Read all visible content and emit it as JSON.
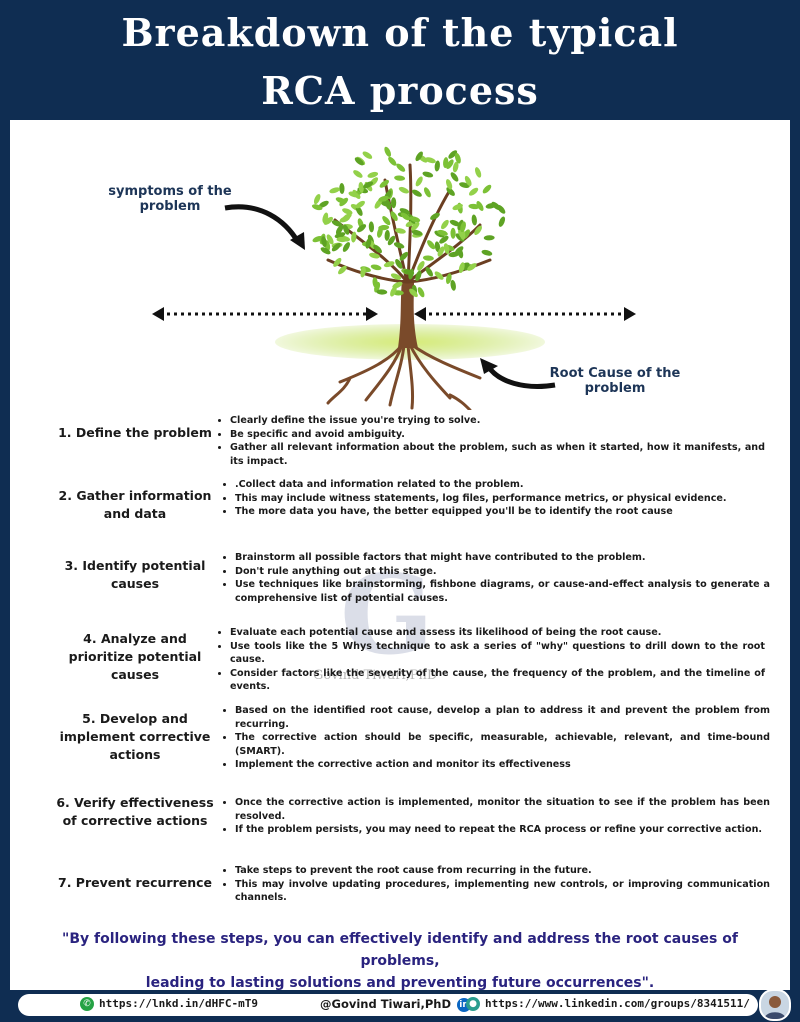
{
  "title": {
    "line1": "Breakdown of the typical",
    "line2": "RCA process"
  },
  "diagram": {
    "symptoms_label_1": "symptoms of the",
    "symptoms_label_2": "problem",
    "root_label_1": "Root Cause of the",
    "root_label_2": "problem"
  },
  "steps": [
    {
      "title": "1. Define the problem",
      "bullets": [
        "Clearly define the issue you're trying to solve.",
        "Be specific and avoid ambiguity.",
        "Gather all relevant information about the problem, such as when it started, how it manifests, and its impact."
      ]
    },
    {
      "title": "2. Gather information and data",
      "bullets": [
        ".Collect data and information related to the problem.",
        "This may include witness statements, log files, performance metrics, or physical evidence.",
        "The more data you have, the better equipped you'll be to identify the root cause"
      ]
    },
    {
      "title": "3. Identify potential causes",
      "bullets": [
        "Brainstorm all possible factors that might have contributed to the problem.",
        "Don't rule anything out at this stage.",
        "Use techniques like brainstorming, fishbone diagrams, or cause-and-effect analysis to generate a comprehensive list of potential causes."
      ]
    },
    {
      "title": "4. Analyze and prioritize potential causes",
      "bullets": [
        "Evaluate each potential cause and assess its likelihood of being the root cause.",
        "Use tools like the 5 Whys technique to ask a series of \"why\" questions to drill down to the root cause.",
        "Consider factors like the severity of the cause, the frequency of the problem, and the timeline of events."
      ]
    },
    {
      "title": "5. Develop and implement corrective actions",
      "bullets": [
        "Based on the identified root cause, develop a plan to address it and prevent the problem from recurring.",
        "The corrective action should be specific, measurable, achievable, relevant, and time-bound (SMART).",
        "Implement the corrective action and monitor its effectiveness"
      ]
    },
    {
      "title": "6. Verify effectiveness of corrective actions",
      "bullets": [
        "Once the corrective action is implemented, monitor the situation to see if the problem has been resolved.",
        "If the problem persists, you may need to repeat the RCA process or refine your corrective action."
      ]
    },
    {
      "title": "7. Prevent recurrence",
      "bullets": [
        "Take steps to prevent the root cause from recurring in the future.",
        "This may involve updating procedures, implementing new controls, or improving communication channels."
      ]
    }
  ],
  "watermark": {
    "letter": "G",
    "name": "Govind Tiwari,PhD"
  },
  "quote": {
    "line1": "\"By following these steps, you can effectively identify and address the root causes of problems,",
    "line2": "leading to lasting solutions and preventing future occurrences\"."
  },
  "footer": {
    "link1": "https://lnkd.in/dHFC-mT9",
    "author": "@Govind Tiwari,PhD",
    "linkedin_badge": "in",
    "link2": "https://www.linkedin.com/groups/8341511/"
  },
  "colors": {
    "header_bg": "#0f2d52",
    "label_navy": "#1d3557",
    "quote": "#2a237f",
    "leaf_green": "#6fb52e",
    "trunk_brown": "#7a4a2a"
  },
  "icons": [
    "whatsapp-icon",
    "linkedin-icon",
    "group-icon",
    "avatar"
  ]
}
